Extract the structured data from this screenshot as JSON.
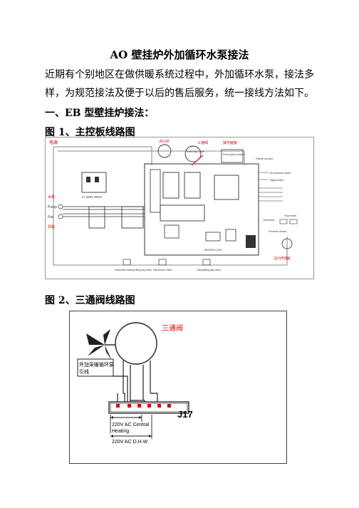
{
  "doc": {
    "title": "AO 壁挂炉外加循环水泵接法",
    "paragraph": "近期有个别地区在做供暖系统过程中，外加循环水泵，接法多样，为规范接法及便于以后的售后服务，统一接线方法如下。",
    "section1_heading": "一、EB 型壁挂炉接法：",
    "figure1_caption": "图 1、主控板线路图",
    "figure2_caption": "图 2、三通阀线路图"
  },
  "figure1": {
    "labels": {
      "power": "电源",
      "pump_cn": "水泵",
      "fan_cn": "风机",
      "pump": "Pump",
      "fan": "Fan",
      "ignition_cn": "点火针",
      "three_way_cn": "三通阀",
      "panel_cn": "操作面板",
      "three_way_valve": "Three-way valve",
      "front_panel": "Front panel control",
      "flame_sensor": "Flame sensor",
      "air_pressure": "Air pressure switch",
      "highest_limit": "Highest limit",
      "flow_meter": "Flow meter",
      "thermistor": "Thermistor",
      "pressure_sensor": "Pressure sensor",
      "pressure_sensor_cn": "压力传感器",
      "auto_fill": "Automatic heating filling tap valve",
      "half_burner": "Half burner valve",
      "modulating": "Modulating gas valve",
      "transformer": "CI 220V 50Hz",
      "board_id": "MD00XX-D40"
    }
  },
  "figure2": {
    "labels": {
      "three_way_cn": "三通阀",
      "ext_pump_line1": "外加采暖循环泵",
      "ext_pump_line2": "引线",
      "connector": "J17",
      "central_heating_line1": "220V AC Central",
      "central_heating_line2": "Heating",
      "dhw": "220V AC D.H.W"
    }
  }
}
